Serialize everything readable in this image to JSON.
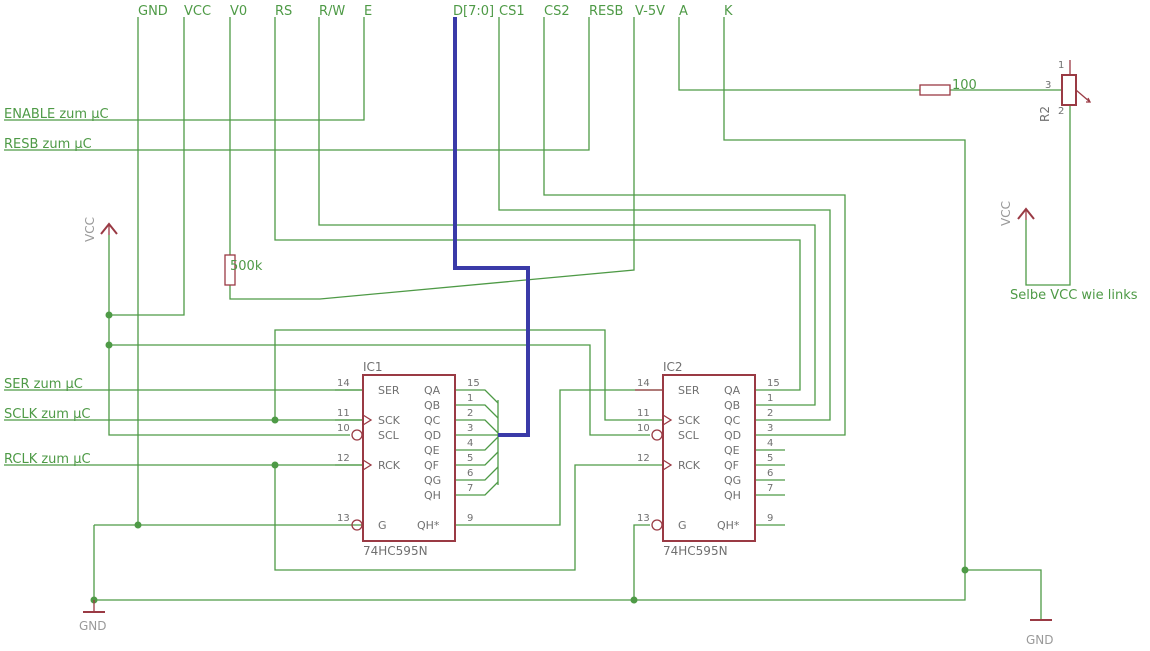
{
  "top_labels": {
    "gnd": "GND",
    "vcc": "VCC",
    "v0": "V0",
    "rs": "RS",
    "rw": "R/W",
    "e": "E",
    "data": "D[7:0]",
    "cs1": "CS1",
    "cs2": "CS2",
    "resb": "RESB",
    "v5": "V-5V",
    "a": "A",
    "k": "K"
  },
  "left_labels": {
    "enable": "ENABLE zum µC",
    "resb": "RESB zum µC",
    "ser": "SER zum µC",
    "sclk": "SCLK zum µC",
    "rclk": "RCLK zum µC"
  },
  "supplies": {
    "vcc_left": "VCC",
    "vcc_right": "VCC",
    "gnd_left": "GND",
    "gnd_right": "GND"
  },
  "right_note": "Selbe VCC wie links",
  "resistors": {
    "r500k": "500k",
    "r100": "100"
  },
  "pot": {
    "name": "R2",
    "pin1": "1",
    "pin2": "2",
    "pin3": "3"
  },
  "ic1": {
    "name": "IC1",
    "part": "74HC595N"
  },
  "ic2": {
    "name": "IC2",
    "part": "74HC595N"
  },
  "ic_pins": {
    "ser": "SER",
    "sck": "SCK",
    "scl": "SCL",
    "rck": "RCK",
    "g": "G",
    "qa": "QA",
    "qb": "QB",
    "qc": "QC",
    "qd": "QD",
    "qe": "QE",
    "qf": "QF",
    "qg": "QG",
    "qh": "QH",
    "qhs": "QH*",
    "n14": "14",
    "n11": "11",
    "n10": "10",
    "n12": "12",
    "n13": "13",
    "n15": "15",
    "n1": "1",
    "n2": "2",
    "n3": "3",
    "n4": "4",
    "n5": "5",
    "n6": "6",
    "n7": "7",
    "n9": "9"
  }
}
